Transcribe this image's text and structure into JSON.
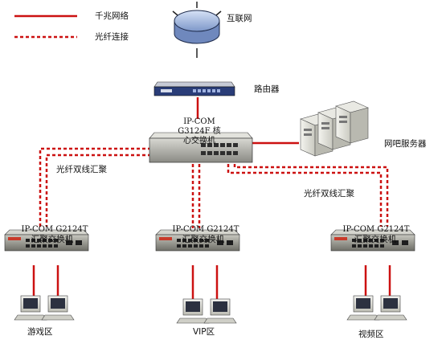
{
  "legend": {
    "gigabit": "千兆网络",
    "fiber": "光纤连接"
  },
  "internet": {
    "label": "互联网"
  },
  "router": {
    "label": "路由器"
  },
  "core_switch": {
    "line1": "IP-COM",
    "line2": "G3124F 核",
    "line3": "心交换机"
  },
  "servers": {
    "label": "网吧服务器"
  },
  "links": {
    "dual_fiber_left": "光纤双线汇聚",
    "dual_fiber_right": "光纤双线汇聚"
  },
  "agg_switches": [
    {
      "model": "IP-COM G2124T",
      "role": "汇聚交换机",
      "zone": "游戏区"
    },
    {
      "model": "IP-COM G2124T",
      "role": "汇聚交换机",
      "zone": "VIP区"
    },
    {
      "model": "IP-COM G2124T",
      "role": "汇聚交换机",
      "zone": "视频区"
    }
  ],
  "colors": {
    "gigabit_line": "#cc1111",
    "fiber_line": "#cc1111",
    "switch_body": "#8e8e86",
    "router_body": "#2a3d78",
    "globe": "#8fa8d8"
  }
}
